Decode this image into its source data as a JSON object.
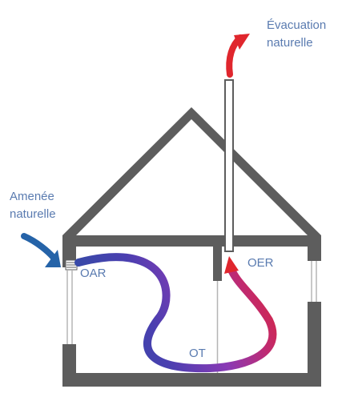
{
  "labels": {
    "exhaust": {
      "line1": "Évacuation",
      "line2": "naturelle"
    },
    "supply": {
      "line1": "Amenée",
      "line2": "naturelle"
    },
    "oar": "OAR",
    "oer": "OER",
    "ot": "OT"
  },
  "colors": {
    "wall": "#5d5d5d",
    "exhaust_arrow": "#e0262d",
    "supply_arrow": "#2563a8",
    "flow_start": "#2d4fa3",
    "flow_mid": "#7b3ab0",
    "flow_end": "#e0262d",
    "label_text": "#5a7bb0"
  }
}
